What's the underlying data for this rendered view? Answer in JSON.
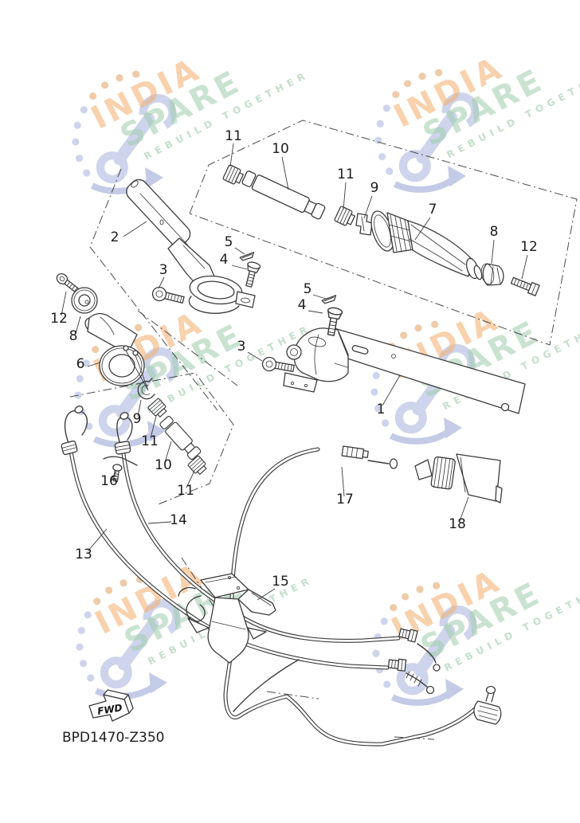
{
  "watermark": {
    "line1": "INDIA",
    "line2": "SPARE",
    "tagline": "REBUILD TOGETHER",
    "color_primary": "#f1a55e",
    "color_secondary": "#8fc49d",
    "color_icon": "#c5cde9"
  },
  "diagram": {
    "code": "BPD1470-Z350",
    "fwd_label": "FWD"
  },
  "callouts": [
    "11",
    "10",
    "11",
    "9",
    "7",
    "8",
    "12",
    "2",
    "5",
    "4",
    "3",
    "12",
    "8",
    "6",
    "5",
    "4",
    "3",
    "1",
    "9",
    "11",
    "10",
    "11",
    "16",
    "14",
    "13",
    "17",
    "18",
    "15"
  ]
}
